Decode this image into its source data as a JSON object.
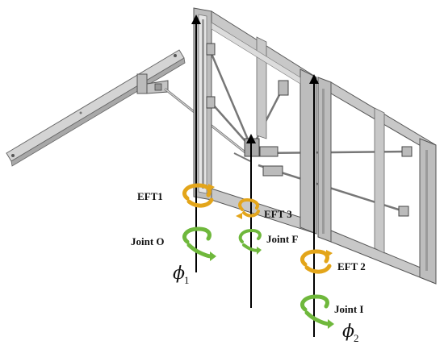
{
  "labels": {
    "eft1": "EFT1",
    "eft2": "EFT 2",
    "eft3": "EFT 3",
    "joint_o": "Joint O",
    "joint_f": "Joint F",
    "joint_i": "Joint I",
    "phi": "ϕ",
    "phi1_sub": "1",
    "phi2_sub": "2"
  },
  "colors": {
    "eft_arrow": "#e3a51a",
    "joint_arrow": "#6fb83c",
    "axis": "#000000",
    "frame_fill": "#c9c9c9",
    "frame_stroke": "#555555"
  },
  "icons": {
    "eft": "rotation-arrow-icon",
    "joint": "rotation-arrow-icon"
  }
}
